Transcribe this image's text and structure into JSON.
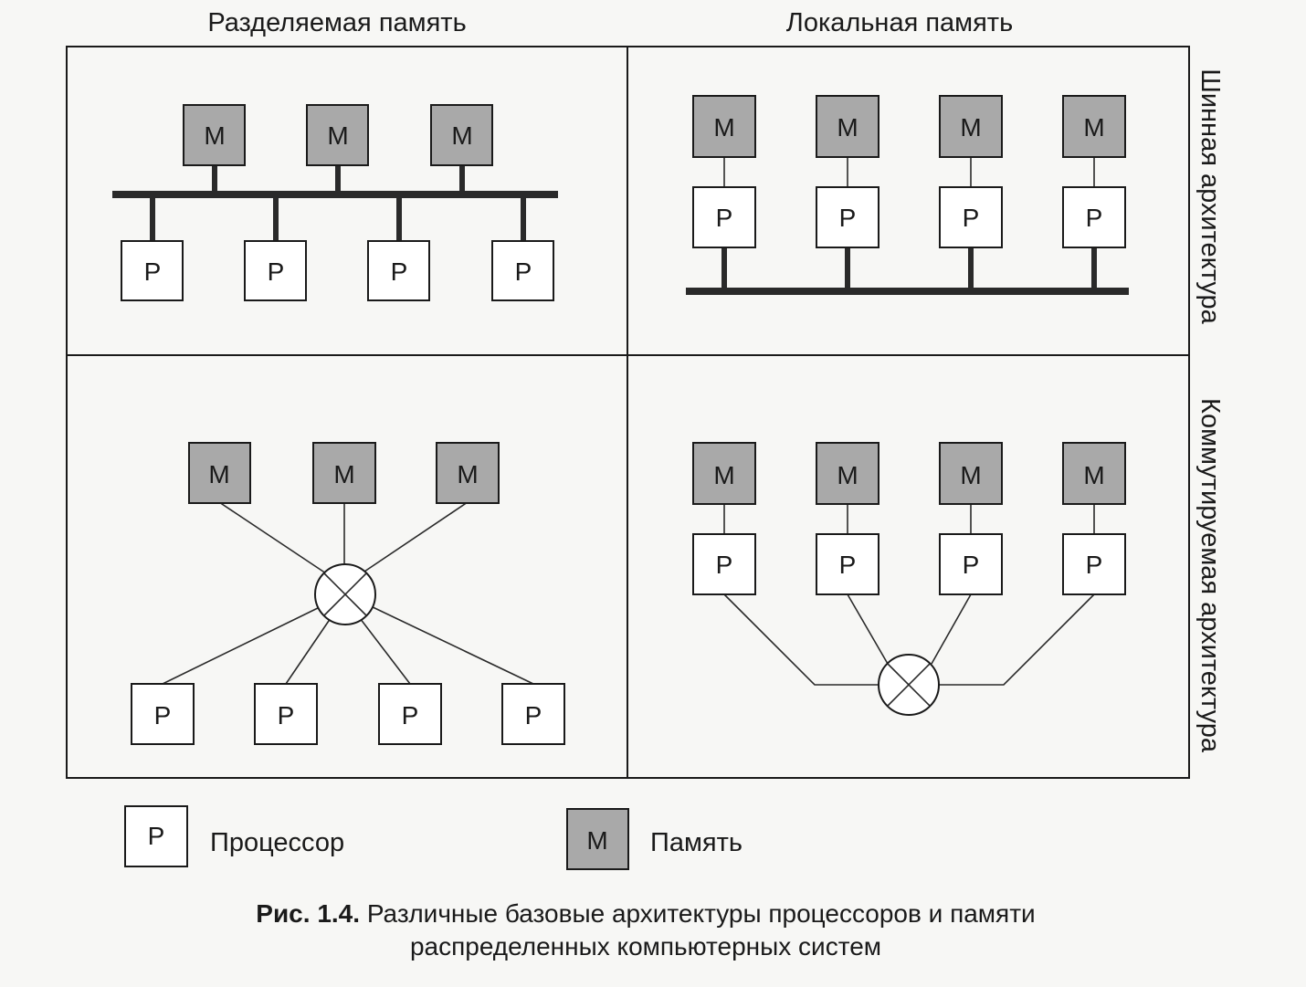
{
  "column_titles": {
    "shared": "Разделяемая память",
    "local": "Локальная память"
  },
  "row_titles": {
    "bus": "Шинная архитектура",
    "switched": "Коммутируемая архитектура"
  },
  "node_labels": {
    "processor": "P",
    "memory": "M"
  },
  "legend": {
    "processor_box": "P",
    "processor_text": "Процессор",
    "memory_box": "M",
    "memory_text": "Память"
  },
  "caption": {
    "prefix": "Рис. 1.4.",
    "line1": "Различные базовые архитектуры процессоров и памяти",
    "line2": "распределенных компьютерных систем"
  },
  "colors": {
    "memory_fill": "#a9a9a9",
    "processor_fill": "#ffffff",
    "line": "#2a2a2a"
  }
}
